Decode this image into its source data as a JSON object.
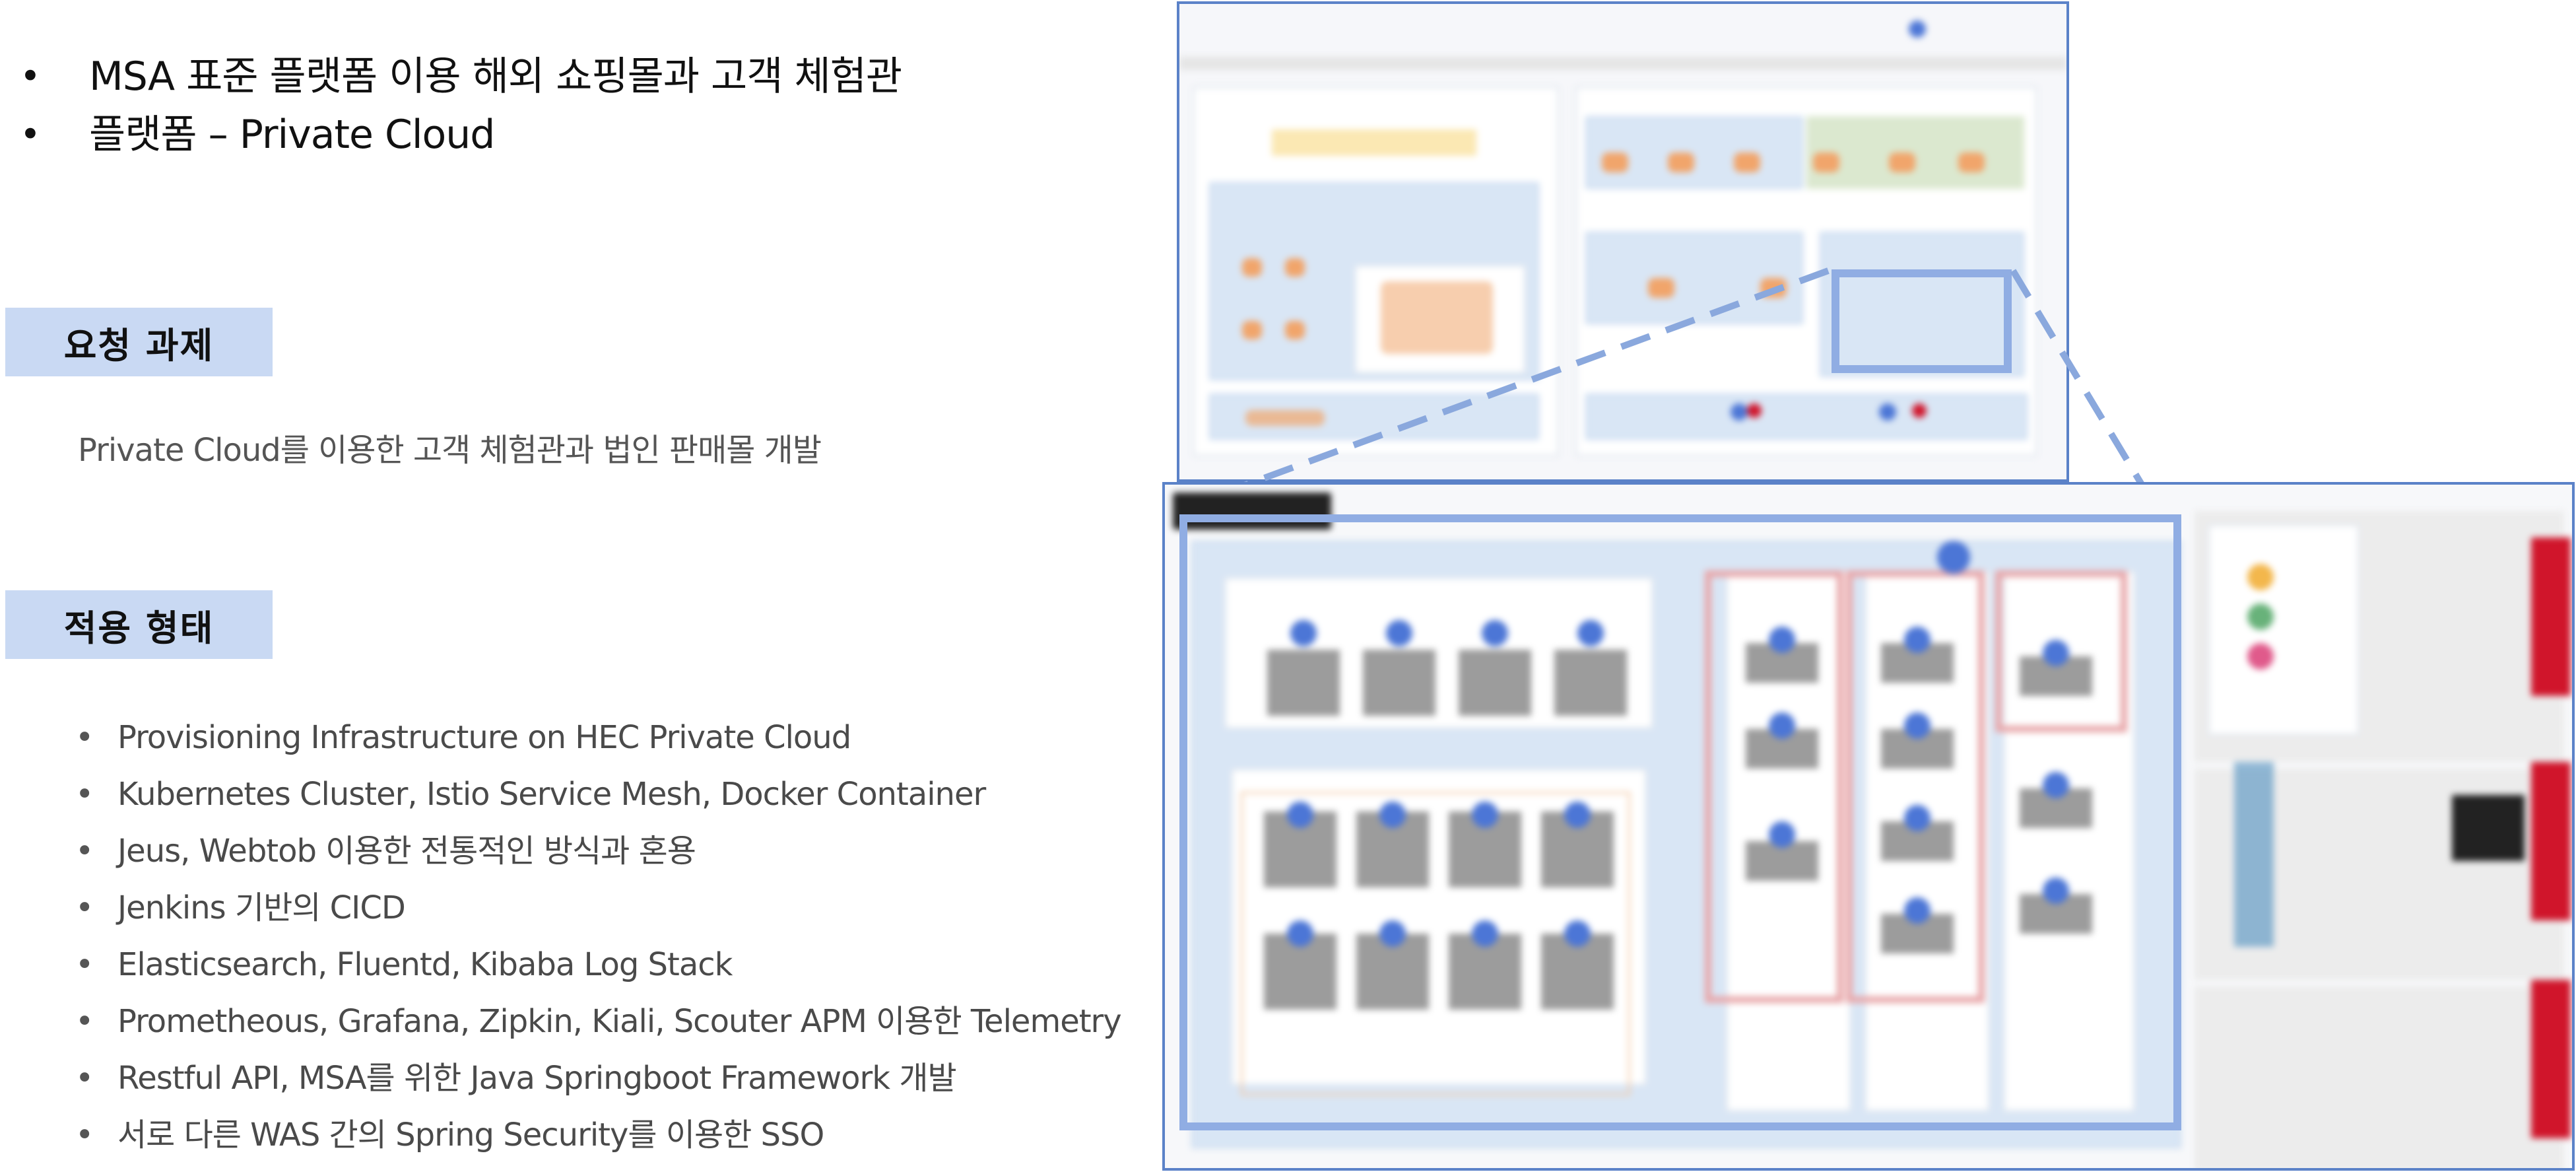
{
  "headline": {
    "items": [
      "MSA 표준 플랫폼 이용 해외 쇼핑몰과 고객 체험관",
      "플랫폼 – Private Cloud"
    ]
  },
  "request_section": {
    "label": "요청 과제",
    "description": "Private Cloud를 이용한  고객 체험관과 법인 판매몰 개발"
  },
  "apply_section": {
    "label": "적용 형태",
    "items": [
      "Provisioning Infrastructure on HEC Private Cloud",
      "Kubernetes Cluster, Istio Service Mesh, Docker Container",
      "Jeus, Webtob 이용한 전통적인 방식과 혼용",
      "Jenkins 기반의 CICD",
      "Elasticsearch, Fluentd, Kibaba Log Stack",
      "Prometheous, Grafana, Zipkin, Kiali, Scouter APM 이용한 Telemetry",
      "Restful API, MSA를 위한 Java Springboot Framework 개발",
      "서로 다른 WAS 간의 Spring Security를 이용한 SSO"
    ]
  },
  "colors": {
    "tag_background": "#c9d9f3",
    "diagram_border": "#5b82c8",
    "pod_orange": "#f1a56b",
    "node_blue": "#4c76d6",
    "accent_red": "#d0152b"
  }
}
